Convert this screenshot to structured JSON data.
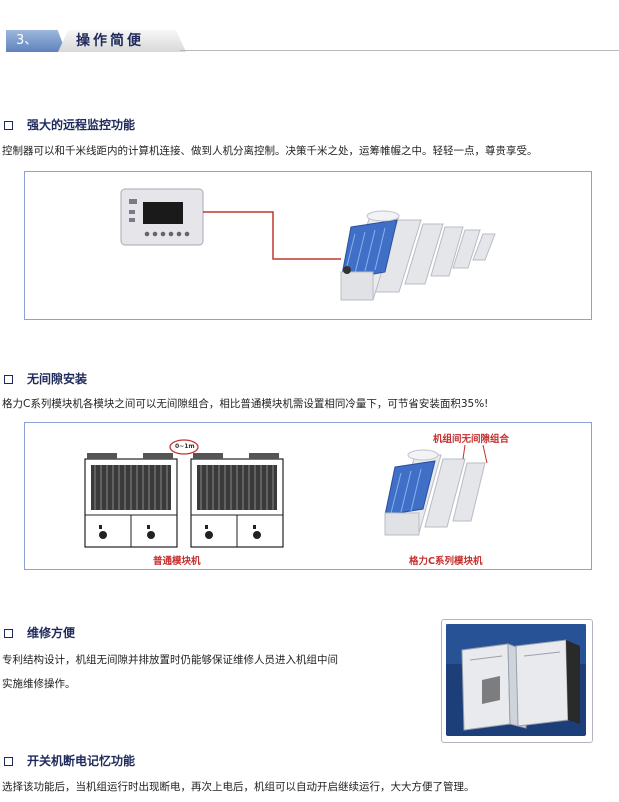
{
  "header": {
    "number": "3、",
    "title": "操作简便"
  },
  "sections": [
    {
      "title": "强大的远程监控功能",
      "text": "控制器可以和千米线距内的计算机连接、做到人机分离控制。决策千米之处，运筹帷幄之中。轻轻一点，尊贵享受。"
    },
    {
      "title": "无间隙安装",
      "text": "格力C系列模块机各模块之间可以无间隙组合，相比普通模块机需设置相同冷量下，可节省安装面积35%!"
    },
    {
      "title": "维修方便",
      "text_lines": [
        "专利结构设计，机组无间隙并排放置时仍能够保证维修人员进入机组中间",
        "实施维修操作。"
      ]
    },
    {
      "title": "开关机断电记忆功能",
      "text": "选择该功能后，当机组运行时出现断电，再次上电后，机组可以自动开启继续运行，大大方便了管理。"
    }
  ],
  "figure2": {
    "label_left": "普通模块机",
    "label_right": "格力C系列模块机",
    "callout": "机组间无间隙组合",
    "gap_tag": "0~1m"
  },
  "colors": {
    "accent_blue": "#1f2a5c",
    "frame": "#8ea0d8",
    "label_red": "#c53030",
    "wire": "#c0392b"
  }
}
